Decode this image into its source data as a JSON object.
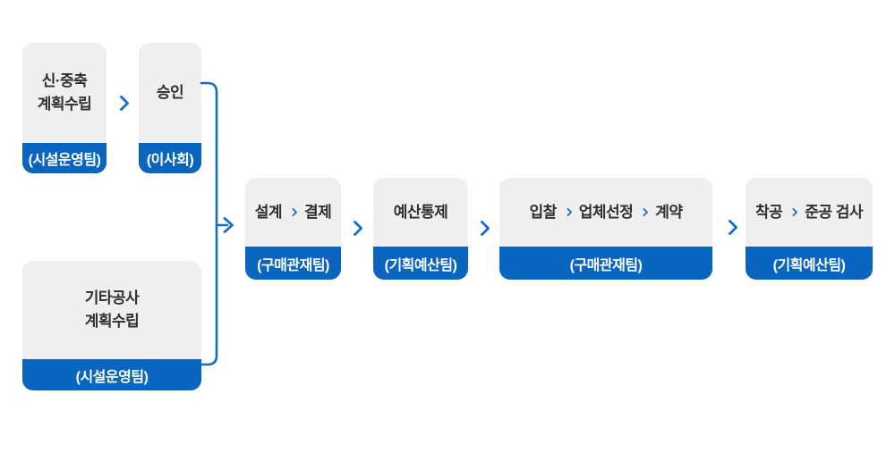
{
  "diagram": {
    "type": "construction-process-flowchart",
    "colors": {
      "band_blue": "#0965be",
      "connector_blue": "#146dc8",
      "box_gray": "#efefef",
      "body_text": "#2f2f2f",
      "band_text": "#ffffff"
    },
    "nodes": {
      "new_extension_plan": {
        "line1": "신·중축",
        "line2": "계획수립",
        "team": "(시설운영팀)"
      },
      "approval": {
        "label": "승인",
        "team": "(이사회)"
      },
      "other_construction_plan": {
        "line1": "기타공사",
        "line2": "계획수립",
        "team": "(시설운영팀)"
      },
      "design_payment": {
        "step1": "설계",
        "step2": "결제",
        "team": "(구매관재팀)"
      },
      "budget_control": {
        "label": "예산통제",
        "team": "(기획예산팀)"
      },
      "bid_select_contract": {
        "step1": "입찰",
        "step2": "업체선정",
        "step3": "계약",
        "team": "(구매관재팀)"
      },
      "start_completion": {
        "step1": "착공",
        "step2": "준공 검사",
        "team": "(기획예산팀)"
      }
    },
    "connections": [
      {
        "from": "new_extension_plan",
        "to": "approval",
        "type": "chevron"
      },
      {
        "from": "approval",
        "to": "design_payment",
        "type": "merge-bracket-arrow"
      },
      {
        "from": "other_construction_plan",
        "to": "design_payment",
        "type": "merge-bracket-arrow"
      },
      {
        "from": "design_payment",
        "to": "budget_control",
        "type": "chevron"
      },
      {
        "from": "budget_control",
        "to": "bid_select_contract",
        "type": "chevron"
      },
      {
        "from": "bid_select_contract",
        "to": "start_completion",
        "type": "chevron"
      }
    ]
  }
}
